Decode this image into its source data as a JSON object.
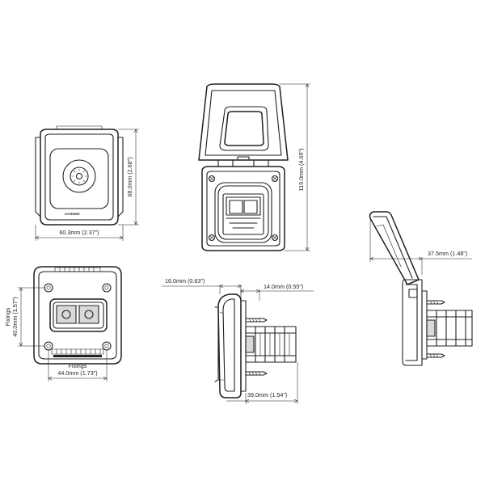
{
  "labels": {
    "front_width": "60.3mm (2.37\")",
    "front_height": "68.0mm (2.68\")",
    "open_height": "119.0mm (4.69\")",
    "rear_fix_height": "40.0mm (1.57\")",
    "rear_fix_height_caption": "Fixings",
    "rear_fix_width": "44.0mm (1.73\")",
    "rear_fix_width_caption": "Fixings",
    "side_depth_front": "16.0mm (0.63\")",
    "side_depth_flange": "14.0mm (0.55\")",
    "side_depth_body": "39.0mm (1.54\")",
    "open_side_depth": "37.5mm (1.48\")",
    "brand": "SCHEIBER"
  },
  "colors": {
    "line": "#231f20",
    "gray": "#d9d9d9",
    "background": "#ffffff"
  },
  "icons": {
    "sun_symbol": "sun-icon"
  }
}
